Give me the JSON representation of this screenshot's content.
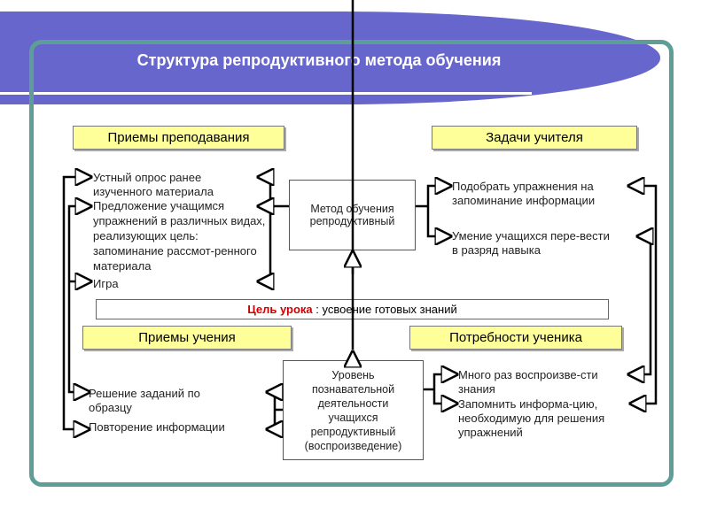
{
  "title": "Структура репродуктивного метода обучения",
  "headers": {
    "teaching": "Приемы преподавания",
    "tasks": "Задачи учителя",
    "learning": "Приемы учения",
    "needs": "Потребности ученика"
  },
  "method": "Метод обучения репродуктивный",
  "level": "Уровень познавательной деятельности учащихся репродуктивный (воспроизведение)",
  "goal": {
    "label": "Цель урока",
    "text": " : усвоение готовых знаний"
  },
  "teaching_items": [
    "Устный опрос ранее изученного материала",
    "Предложение учащимся упражнений в различных видах, реализующих цель: запоминание рассмот-ренного материала",
    "Игра"
  ],
  "task_items": [
    "Подобрать упражнения на запоминание информации",
    "Умение учащихся пере-вести в разряд навыка"
  ],
  "learning_items": [
    "Решение заданий по образцу",
    "Повторение информации"
  ],
  "need_items": [
    "Много раз воспроизве-сти знания",
    "Запомнить информа-цию, необходимую для решения упражнений"
  ],
  "colors": {
    "banner": "#6666cc",
    "frame": "#5f9e96",
    "header_fill": "#ffff99",
    "goal_label": "#cc0000"
  }
}
